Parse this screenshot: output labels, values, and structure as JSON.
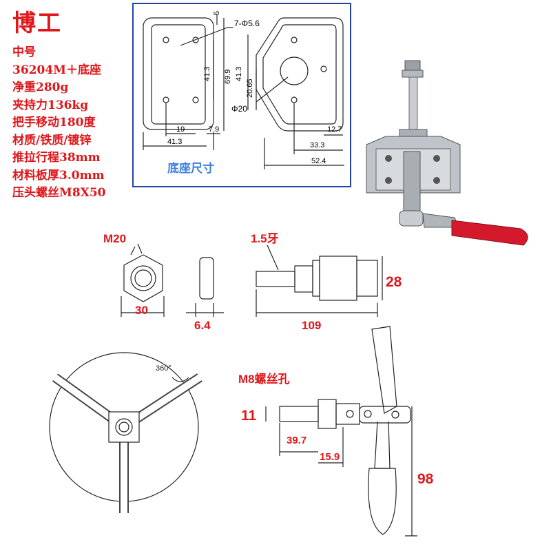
{
  "brand": "博工",
  "specs": [
    "中号",
    "36204M＋底座",
    "净重280g",
    "夹持力136kg",
    "把手移动180度",
    "材质/铁质/镀锌",
    "推拉行程38mm",
    "材料板厚3.0mm",
    "压头螺丝M8X50"
  ],
  "base_drawing": {
    "title": "底座尺寸",
    "dims": {
      "d5": "5",
      "holes": "7-Φ5.6",
      "d41_3_v": "41.3",
      "d69_9": "69.9",
      "d41_3_v2": "41.3",
      "d20_65": "20.65",
      "phi20": "Φ20",
      "d19": "19",
      "d7_9": "7.9",
      "d41_3_h": "41.3",
      "d12_7": "12.7",
      "d33_3": "33.3",
      "d52_4": "52.4"
    }
  },
  "side_view": {
    "m20": "M20",
    "thread": "1.5牙",
    "d30": "30",
    "d6_4": "6.4",
    "d109": "109",
    "d28": "28"
  },
  "bottom_view": {
    "angle": "360°",
    "m8": "M8螺丝孔",
    "d11": "11",
    "d39_7": "39.7",
    "d15_9": "15.9",
    "d98": "98"
  }
}
